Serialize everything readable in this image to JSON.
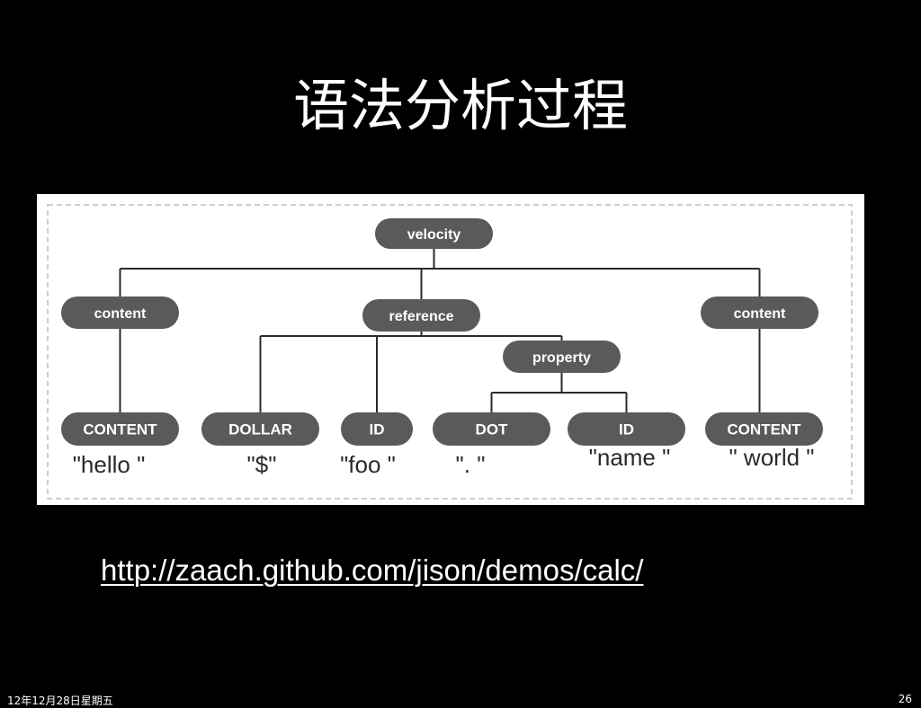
{
  "title": "语法分析过程",
  "link": "http://zaach.github.com/jison/demos/calc/",
  "footer": {
    "date": "12年12月28日星期五",
    "page": "26"
  },
  "colors": {
    "node_fill": "#5a5a5a",
    "edge": "#2b2b2b",
    "panel_border": "#bdbdbd"
  },
  "tree": {
    "nodes": [
      {
        "id": "velocity",
        "label": "velocity"
      },
      {
        "id": "content_left",
        "label": "content"
      },
      {
        "id": "reference",
        "label": "reference"
      },
      {
        "id": "content_right",
        "label": "content"
      },
      {
        "id": "property",
        "label": "property"
      },
      {
        "id": "token_content_1",
        "label": "CONTENT"
      },
      {
        "id": "token_dollar",
        "label": "DOLLAR"
      },
      {
        "id": "token_id_1",
        "label": "ID"
      },
      {
        "id": "token_dot",
        "label": "DOT"
      },
      {
        "id": "token_id_2",
        "label": "ID"
      },
      {
        "id": "token_content_2",
        "label": "CONTENT"
      }
    ],
    "edges": [
      [
        "velocity",
        "content_left"
      ],
      [
        "velocity",
        "reference"
      ],
      [
        "velocity",
        "content_right"
      ],
      [
        "reference",
        "token_dollar"
      ],
      [
        "reference",
        "token_id_1"
      ],
      [
        "reference",
        "property"
      ],
      [
        "property",
        "token_dot"
      ],
      [
        "property",
        "token_id_2"
      ],
      [
        "content_left",
        "token_content_1"
      ],
      [
        "content_right",
        "token_content_2"
      ]
    ],
    "leaves": [
      {
        "token": "token_content_1",
        "text": "\"hello \""
      },
      {
        "token": "token_dollar",
        "text": "\"$\""
      },
      {
        "token": "token_id_1",
        "text": "\"foo \""
      },
      {
        "token": "token_dot",
        "text": "\". \""
      },
      {
        "token": "token_id_2",
        "text": "\"name \""
      },
      {
        "token": "token_content_2",
        "text": "\" world \""
      }
    ]
  }
}
